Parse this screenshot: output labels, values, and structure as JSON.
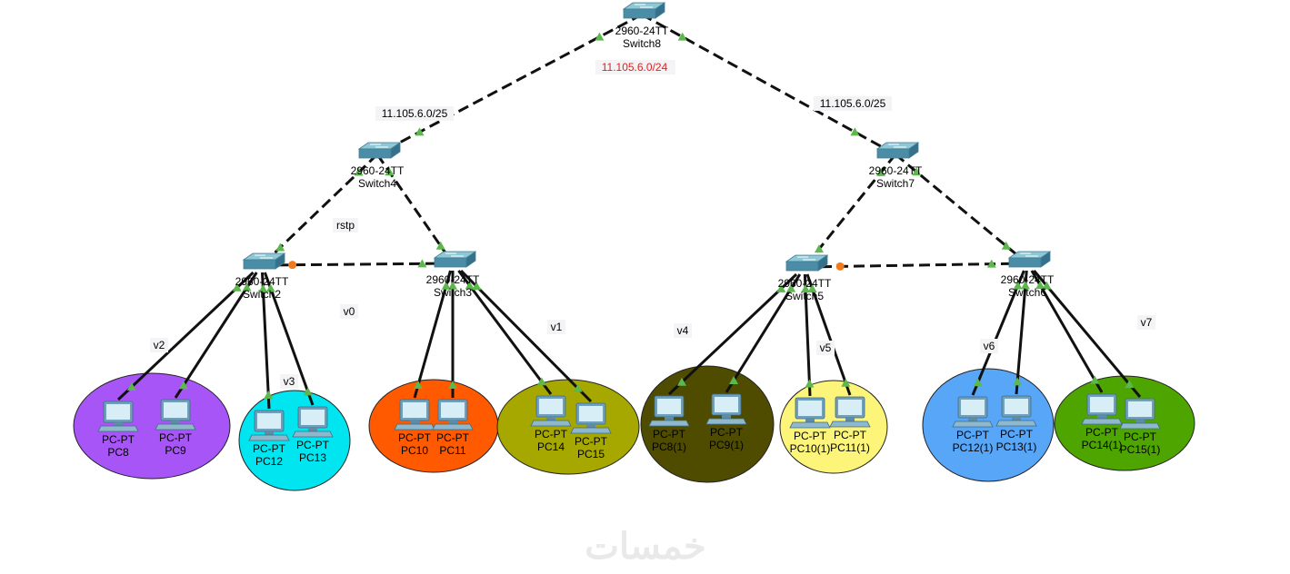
{
  "colors": {
    "trunk_line": "#111111",
    "link_up": "#5cb84c",
    "link_blocked": "#f07a1e",
    "subnet_text": "#e02020",
    "switch_top": "#8ec7d6",
    "switch_front": "#4b8da6",
    "pc_body": "#6f9fba",
    "pc_screen": "#d8eef6"
  },
  "switches": [
    {
      "id": "sw8",
      "model": "2960-24TT",
      "name": "Switch8"
    },
    {
      "id": "sw4",
      "model": "2960-24TT",
      "name": "Switch4"
    },
    {
      "id": "sw7",
      "model": "2960-24TT",
      "name": "Switch7"
    },
    {
      "id": "sw2",
      "model": "2960-24TT",
      "name": "Switch2"
    },
    {
      "id": "sw3",
      "model": "2960-24TT",
      "name": "Switch3"
    },
    {
      "id": "sw5",
      "model": "2960-24TT",
      "name": "Switch5"
    },
    {
      "id": "sw6",
      "model": "2960-24TT",
      "name": "Switch6"
    }
  ],
  "vlan_groups": [
    {
      "id": "g1",
      "color": "#a855f7",
      "pcs": [
        {
          "type": "PC-PT",
          "name": "PC8"
        },
        {
          "type": "PC-PT",
          "name": "PC9"
        }
      ]
    },
    {
      "id": "g2",
      "color": "#00e5f0",
      "pcs": [
        {
          "type": "PC-PT",
          "name": "PC12"
        },
        {
          "type": "PC-PT",
          "name": "PC13"
        }
      ]
    },
    {
      "id": "g3",
      "color": "#ff5a00",
      "pcs": [
        {
          "type": "PC-PT",
          "name": "PC10"
        },
        {
          "type": "PC-PT",
          "name": "PC11"
        }
      ]
    },
    {
      "id": "g4",
      "color": "#a6a800",
      "pcs": [
        {
          "type": "PC-PT",
          "name": "PC14"
        },
        {
          "type": "PC-PT",
          "name": "PC15"
        }
      ]
    },
    {
      "id": "g5",
      "color": "#4f4c00",
      "pcs": [
        {
          "type": "PC-PT",
          "name": "PC8(1)"
        },
        {
          "type": "PC-PT",
          "name": "PC9(1)"
        }
      ]
    },
    {
      "id": "g6",
      "color": "#fdf57a",
      "pcs": [
        {
          "type": "PC-PT",
          "name": "PC10(1)"
        },
        {
          "type": "PC-PT",
          "name": "PC11(1)"
        }
      ]
    },
    {
      "id": "g7",
      "color": "#58a6f8",
      "pcs": [
        {
          "type": "PC-PT",
          "name": "PC12(1)"
        },
        {
          "type": "PC-PT",
          "name": "PC13(1)"
        }
      ]
    },
    {
      "id": "g8",
      "color": "#4ea500",
      "pcs": [
        {
          "type": "PC-PT",
          "name": "PC14(1)"
        },
        {
          "type": "PC-PT",
          "name": "PC15(1)"
        }
      ]
    }
  ],
  "annotations": {
    "subnet_main": "11.105.6.0/24",
    "subnet_left": "11.105.6.0/25",
    "subnet_right": "11.105.6.0/25",
    "protocol": "rstp",
    "vlans": [
      "v0",
      "v1",
      "v2",
      "v3",
      "v4",
      "v5",
      "v6",
      "v7"
    ]
  },
  "watermark": "خمسات"
}
